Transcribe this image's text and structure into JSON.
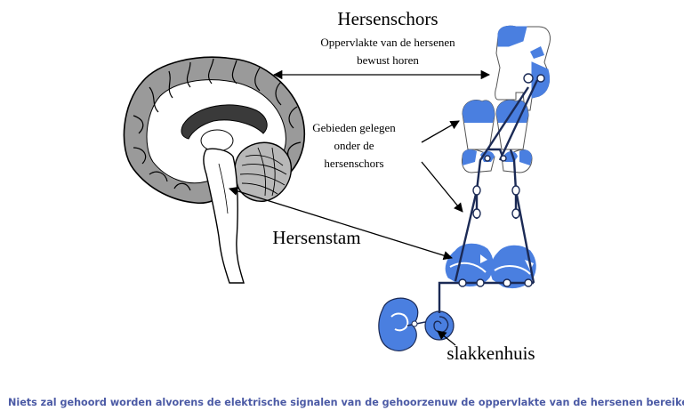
{
  "labels": {
    "hersenschors": "Hersenschors",
    "oppervlakte_line1": "Oppervlakte van de hersenen",
    "oppervlakte_line2": "bewust horen",
    "gebieden_line1": "Gebieden gelegen",
    "gebieden_line2": "onder de",
    "gebieden_line3": "hersenschors",
    "hersenstam": "Hersenstam",
    "slakkenhuis": "slakkenhuis"
  },
  "caption": "Niets zal gehoord worden alvorens de elektrische signalen van de gehoorzenuw de oppervlakte van de hersenen bereiken.",
  "colors": {
    "region_fill": "#4a7fe0",
    "caption_text": "#4b5aa5",
    "brain_gray": "#8a8a8a",
    "corpus_callosum": "#3a3a3a",
    "outline": "#000000"
  }
}
